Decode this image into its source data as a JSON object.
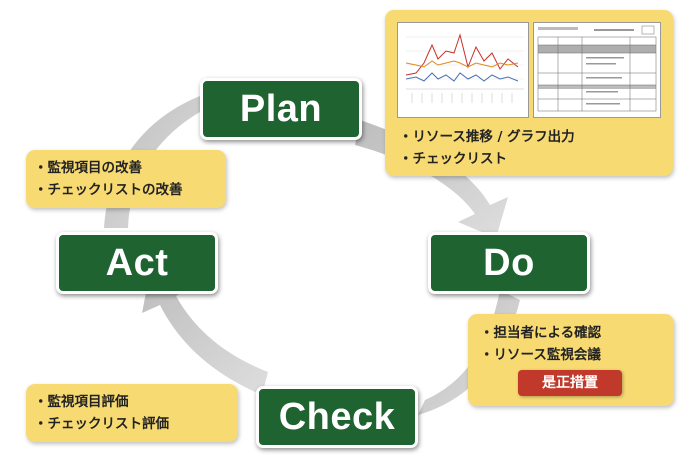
{
  "stages": {
    "plan": "Plan",
    "do": "Do",
    "check": "Check",
    "act": "Act"
  },
  "plan_note": {
    "items": [
      "リソース推移 / グラフ出力",
      "チェックリスト"
    ]
  },
  "do_note": {
    "items": [
      "担当者による確認",
      "リソース監視会議"
    ],
    "badge": "是正措置"
  },
  "check_note": {
    "items": [
      "監視項目評価",
      "チェックリスト評価"
    ]
  },
  "act_note": {
    "items": [
      "監視項目の改善",
      "チェックリストの改善"
    ]
  },
  "colors": {
    "stage_green": "#1e6330",
    "note_yellow": "#f7da72",
    "badge_red": "#c0392b",
    "arrow_gray": "#c8c8c8"
  }
}
